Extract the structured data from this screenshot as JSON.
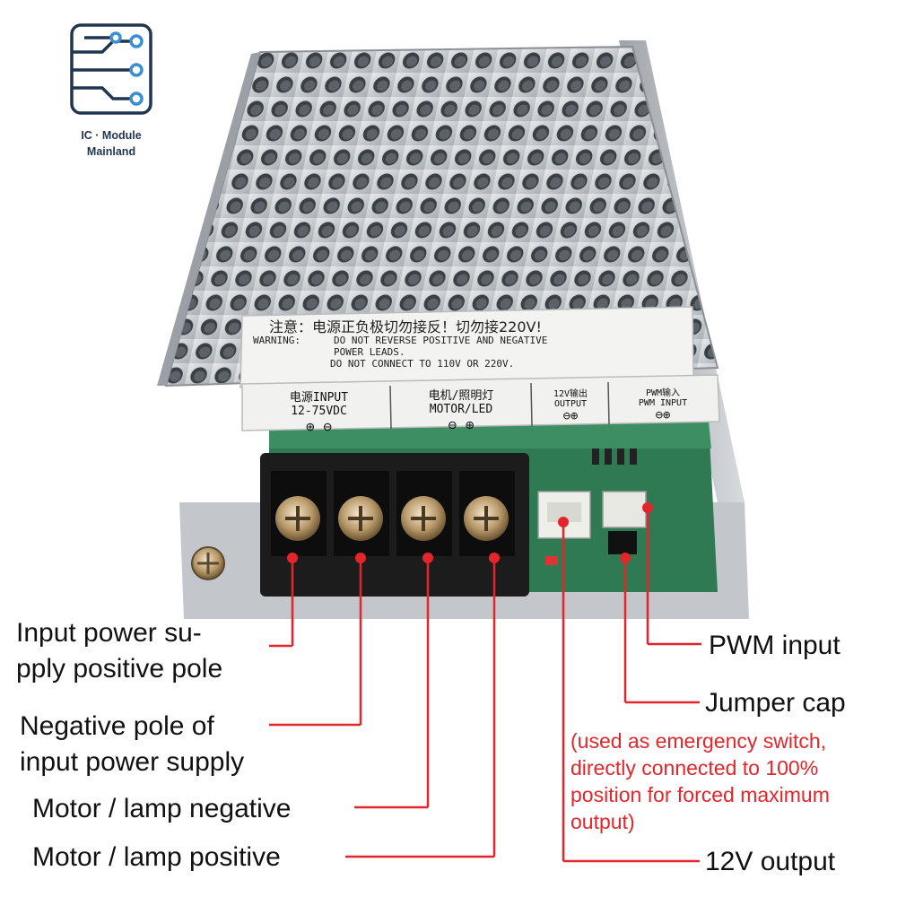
{
  "brand": {
    "line1": "IC · Module",
    "line2": "Mainland"
  },
  "warning_label": {
    "cn": "注意：电源正负极切勿接反！切勿接220V!",
    "prefix": "WARNING:",
    "line1": "DO NOT REVERSE POSITIVE AND NEGATIVE",
    "line2": "POWER LEADS.",
    "line3": "DO NOT CONNECT TO 110V OR 220V."
  },
  "terminal_labels": [
    {
      "cn": "电源INPUT",
      "en": "12-75VDC",
      "signs": "⊕   ⊖"
    },
    {
      "cn": "电机/照明灯",
      "en": "MOTOR/LED",
      "signs": "⊖   ⊕"
    },
    {
      "cn": "12V输出",
      "en": "OUTPUT",
      "signs": "⊖⊕"
    },
    {
      "cn": "PWM输入",
      "en": "PWM INPUT",
      "signs": "⊖⊕"
    }
  ],
  "callouts_left": [
    {
      "line1": "Input power su-",
      "line2": "pply positive pole"
    },
    {
      "line1": "Negative pole of",
      "line2": "input power supply"
    },
    {
      "line1": "Motor / lamp negative"
    },
    {
      "line1": "Motor / lamp positive"
    }
  ],
  "callouts_right": {
    "pwm": "PWM input",
    "jumper": "Jumper cap",
    "jumper_note": [
      "(used as emergency switch,",
      "directly connected to 100%",
      "position for forced maximum",
      "output)"
    ],
    "out12v": "12V output"
  },
  "colors": {
    "callout_line": "#e3262b",
    "note_text": "#e3262b",
    "label_text": "#111111"
  }
}
